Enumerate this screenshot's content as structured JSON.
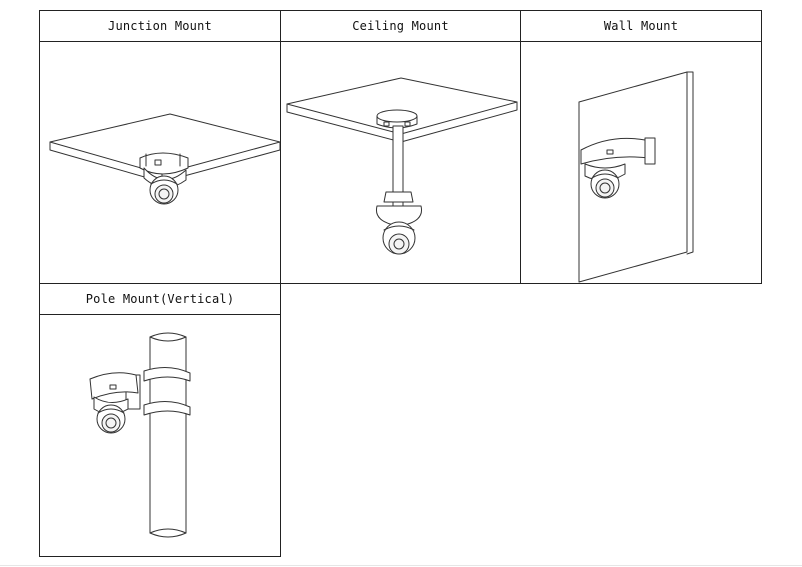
{
  "mounts": [
    {
      "label": "Junction Mount"
    },
    {
      "label": "Ceiling Mount"
    },
    {
      "label": "Wall Mount"
    },
    {
      "label": "Pole Mount(Vertical)"
    }
  ]
}
